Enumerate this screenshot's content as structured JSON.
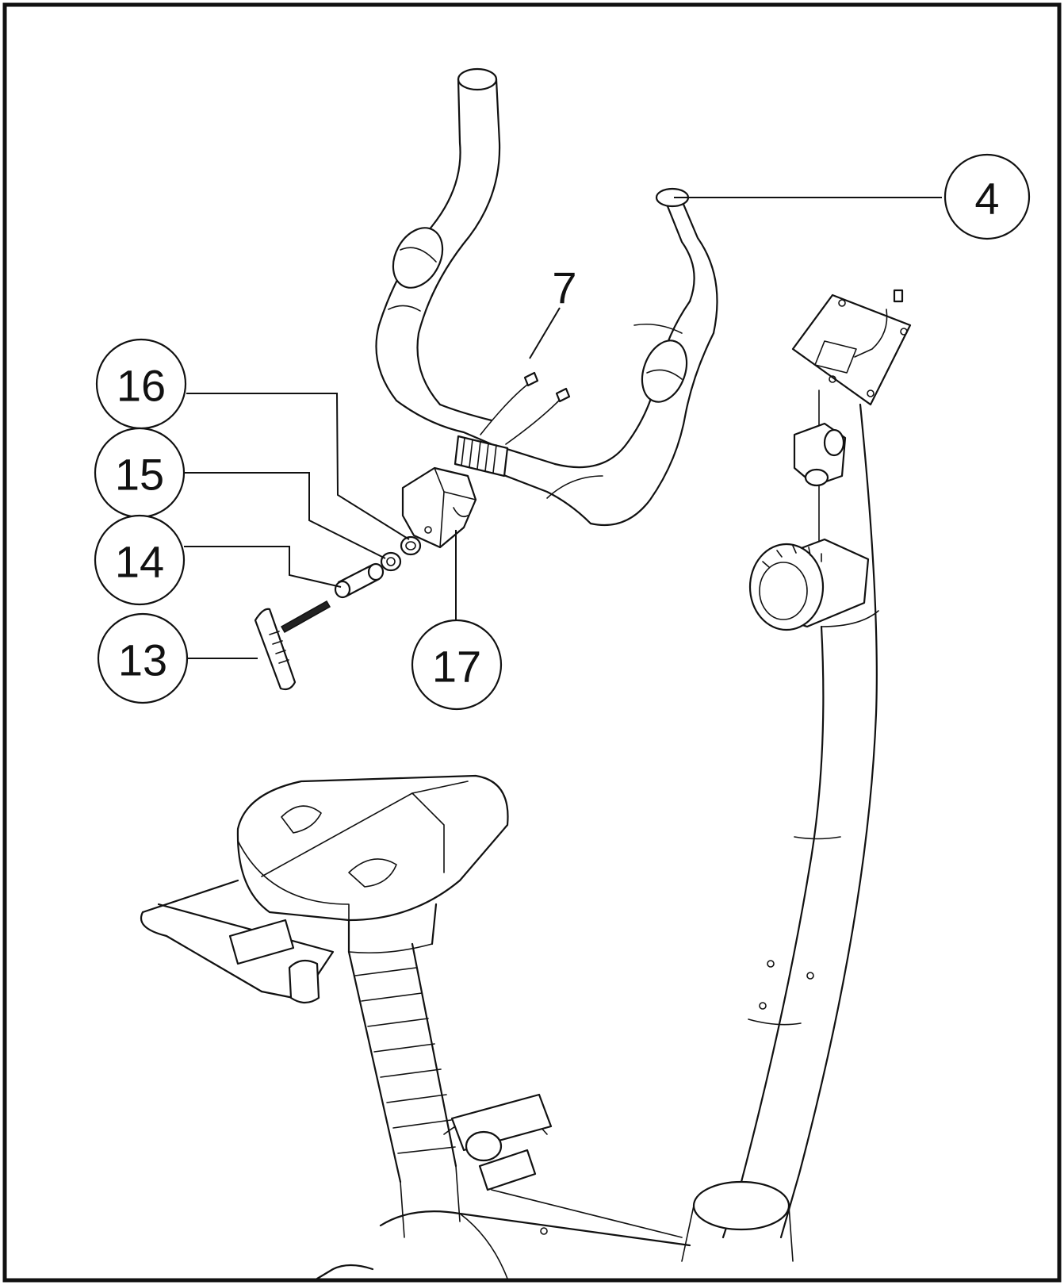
{
  "labels": {
    "part_4": "4",
    "part_7": "7",
    "part_13": "13",
    "part_14": "14",
    "part_15": "15",
    "part_16": "16",
    "part_17": "17"
  },
  "colors": {
    "line": "#111111",
    "background": "#ffffff"
  }
}
